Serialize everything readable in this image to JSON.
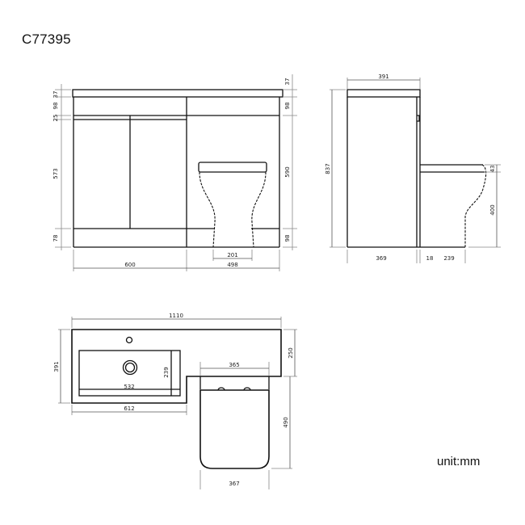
{
  "title": "C77395",
  "unit_label": "unit:mm",
  "front_view": {
    "left_dims": {
      "top_slab": "37",
      "drawer": "98",
      "gap": "25",
      "doors": "573",
      "plinth": "78"
    },
    "right_dims": {
      "top_slab": "37",
      "panel": "98",
      "middle": "590",
      "plinth": "98"
    },
    "bottom_dims": {
      "basin_unit_width": "600",
      "toilet_unit_width": "498",
      "toilet_foot": "201"
    }
  },
  "side_view": {
    "top_depth": "391",
    "height": "837",
    "unit_depth": "369",
    "gap": "18",
    "toilet_projection": "239",
    "seat_thickness": "43",
    "seat_height": "400"
  },
  "top_view": {
    "total_width": "1110",
    "depth": "391",
    "basin_inner_width": "532",
    "basin_inner_depth": "239",
    "basin_unit_width": "612",
    "toilet_recess_depth": "250",
    "toilet_seat_width": "365",
    "toilet_length": "490",
    "toilet_width": "367"
  }
}
